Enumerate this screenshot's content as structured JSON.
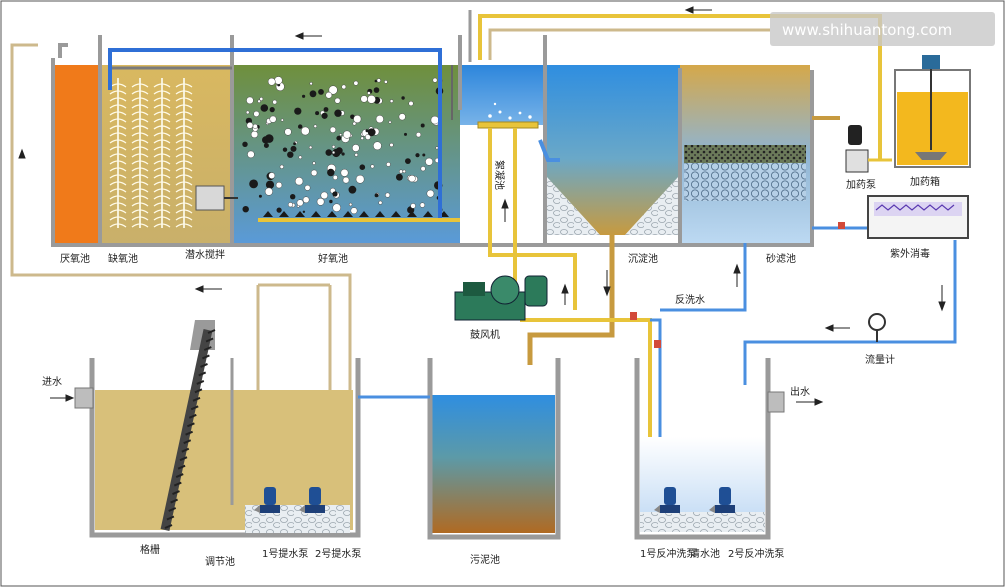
{
  "watermark": "www.shihuantong.com",
  "labels": {
    "anoxic_tank": "厌氧池",
    "contact_oxidation": "缺氧池",
    "submersible_mixer": "潜水搅拌",
    "aerobic_tank": "好氧池",
    "coagulation_tank": "絮凝池",
    "sedimentation_tank": "沉淀池",
    "sand_filter": "砂滤池",
    "dosing_pump": "加药泵",
    "dosing_tank": "加药箱",
    "uv_sterilizer": "紫外消毒",
    "blower": "鼓风机",
    "backwash_water": "反洗水",
    "flowmeter": "流量计",
    "inlet": "进水",
    "outlet": "出水",
    "grille": "格栅",
    "regulating_tank": "调节池",
    "lift_pump_1": "1号提水泵",
    "lift_pump_2": "2号提水泵",
    "sludge_tank": "污泥池",
    "backwash_pump_1": "1号反冲洗泵",
    "clean_water_tank": "清水池",
    "backwash_pump_2": "2号反冲洗泵"
  },
  "colors": {
    "air_pipe": "#e8c43a",
    "sludge_pipe": "#c79a3f",
    "return_pipe": "#cdb98c",
    "water_pipe": "#4a8fe0",
    "anoxic_fill": "#f07a1a",
    "sewage_fill": "#d8c07a",
    "dosing_fill": "#f3b81e"
  }
}
